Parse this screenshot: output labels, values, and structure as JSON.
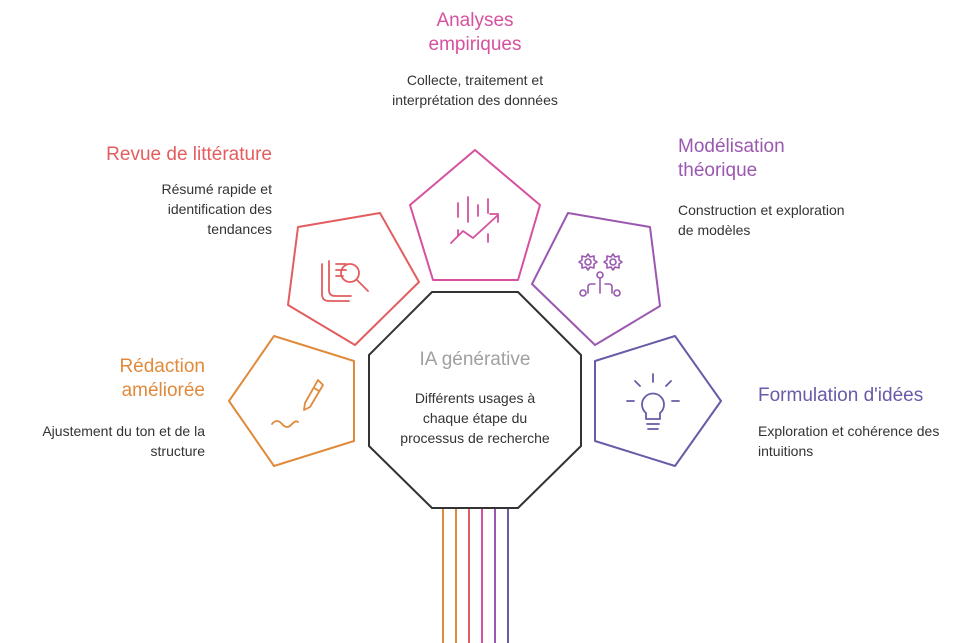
{
  "center": {
    "title": "IA générative",
    "description": "Différents usages à chaque étape du processus de recherche"
  },
  "topics": [
    {
      "id": "redaction",
      "title": "Rédaction améliorée",
      "description": "Ajustement du ton et de la structure",
      "color": "#e08a3c",
      "icon": "pen-icon"
    },
    {
      "id": "revue",
      "title": "Revue de littérature",
      "description": "Résumé rapide et identification des tendances",
      "color": "#e35d5f",
      "icon": "document-search-icon"
    },
    {
      "id": "analyses",
      "title": "Analyses empiriques",
      "description": "Collecte, traitement et interprétation des données",
      "color": "#d6519f",
      "icon": "chart-trend-icon"
    },
    {
      "id": "modelisation",
      "title": "Modélisation théorique",
      "description": "Construction et exploration de modèles",
      "color": "#9b58b0",
      "icon": "gears-circuit-icon"
    },
    {
      "id": "formulation",
      "title": "Formulation d'idées",
      "description": "Exploration et cohérence des intuitions",
      "color": "#6a5aa8",
      "icon": "lightbulb-icon"
    }
  ],
  "center_color": "#333333"
}
